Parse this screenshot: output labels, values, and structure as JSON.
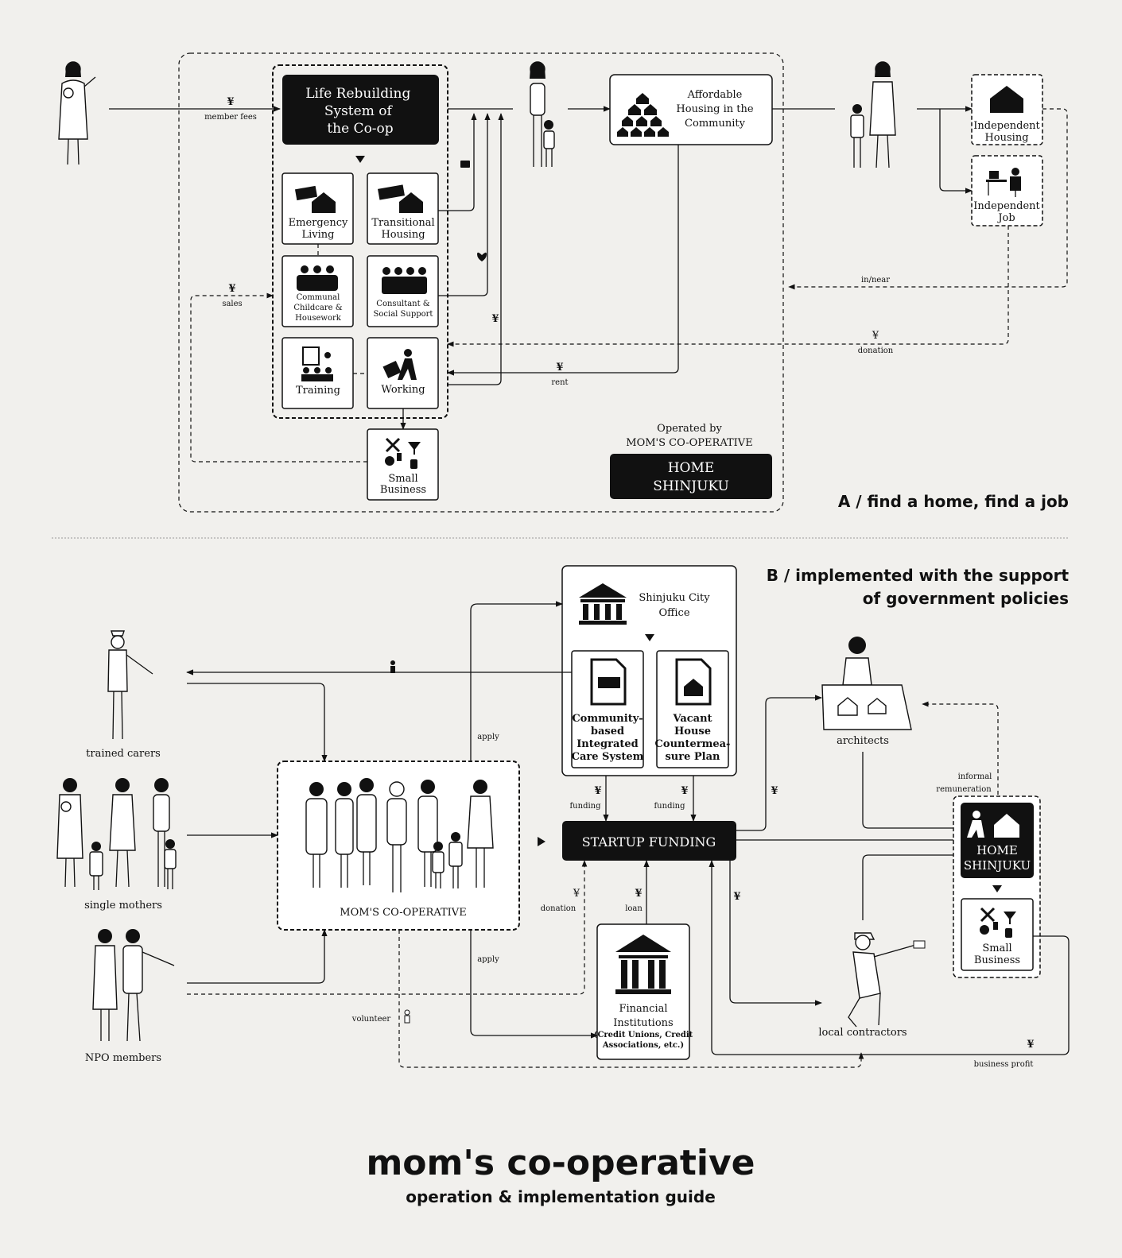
{
  "section_a": {
    "title": "A / find a home, find a job",
    "center_title": [
      "Life Rebuilding",
      "System of",
      "the Co-op"
    ],
    "affordable_housing": [
      "Affordable",
      "Housing in the",
      "Community"
    ],
    "independent_housing": [
      "Independent",
      "Housing"
    ],
    "independent_job": [
      "Independent",
      "Job"
    ],
    "emergency": [
      "Emergency",
      "Living"
    ],
    "transitional": [
      "Transitional",
      "Housing"
    ],
    "childcare": [
      "Communal",
      "Childcare &",
      "Housework"
    ],
    "consultant": [
      "Consultant &",
      "Social Support"
    ],
    "training": "Training",
    "working": "Working",
    "small_business": [
      "Small",
      "Business"
    ],
    "operated_by": [
      "Operated by",
      "MOM'S CO-OPERATIVE"
    ],
    "home_shinjuku": [
      "HOME",
      "SHINJUKU"
    ],
    "labels": {
      "member_fees": "member fees",
      "sales": "sales",
      "in_near": "in/near",
      "donation": "donation",
      "rent": "rent",
      "yen": "¥"
    }
  },
  "section_b": {
    "title": [
      "B / implemented with the support",
      "of government policies"
    ],
    "city_office": [
      "Shinjuku City",
      "Office"
    ],
    "community_care": [
      "Community-",
      "based",
      "Integrated",
      "Care System"
    ],
    "vacant_house": [
      "Vacant",
      "House",
      "Countermea-",
      "sure Plan"
    ],
    "startup_funding": "STARTUP FUNDING",
    "moms_coop": "MOM'S CO-OPERATIVE",
    "financial": [
      "Financial",
      "Institutions",
      "(Credit Unions, Credit",
      "Associations, etc.)"
    ],
    "home_shinjuku": [
      "HOME",
      "SHINJUKU"
    ],
    "small_business": [
      "Small",
      "Business"
    ],
    "people": {
      "trained_carers": "trained carers",
      "single_mothers": "single mothers",
      "npo_members": "NPO members",
      "architects": "architects",
      "local_contractors": "local contractors"
    },
    "labels": {
      "apply": "apply",
      "funding": "funding",
      "donation": "donation",
      "loan": "loan",
      "volunteer": "volunteer",
      "informal_remuneration": [
        "informal",
        "remuneration"
      ],
      "business_profit": "business profit",
      "yen": "¥"
    }
  },
  "footer": {
    "title": "mom's co-operative",
    "subtitle": "operation & implementation guide"
  }
}
